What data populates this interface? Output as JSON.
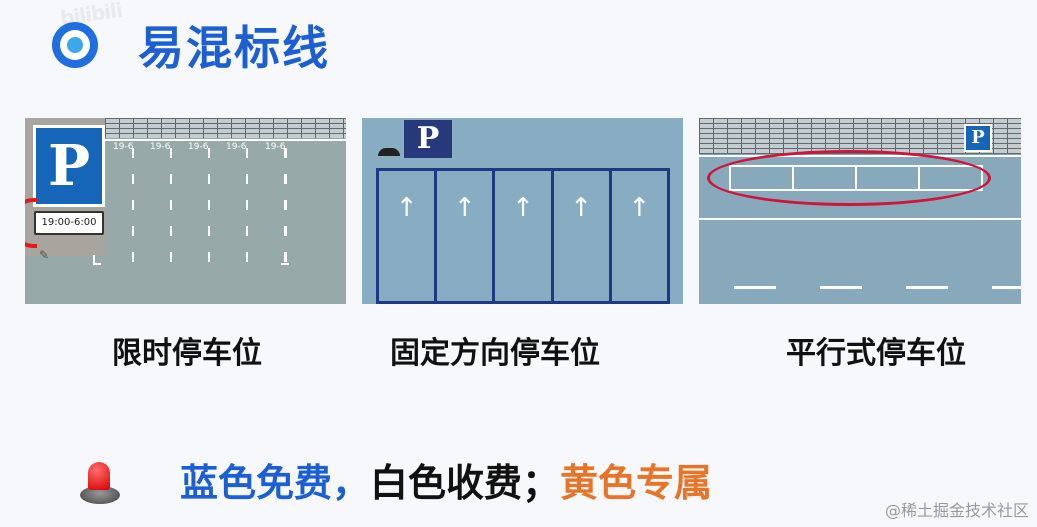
{
  "header": {
    "watermark": "bilibili",
    "title": "易混标线",
    "title_color": "#1c5fd2",
    "icon": "target-circle-icon"
  },
  "panels": [
    {
      "caption": "限时停车位",
      "sign_letter": "P",
      "time_plate": "19:00-6:00",
      "slot_labels": [
        "19-6",
        "19-6",
        "19-6",
        "19-6",
        "19-6"
      ]
    },
    {
      "caption": "固定方向停车位",
      "sign_letter": "P",
      "slots": 5,
      "arrow": "up-arrow"
    },
    {
      "caption": "平行式停车位",
      "sign_letter": "P",
      "slots": 4,
      "highlight": "red-ellipse"
    }
  ],
  "bottom": {
    "part1": "蓝色免费，",
    "part2": "白色收费；",
    "part3": "黄色专属",
    "colors": {
      "blue": "#1c5fd2",
      "black": "#111111",
      "orange": "#e8742a"
    },
    "icon": "siren-icon"
  },
  "footer": {
    "watermark": "@稀土掘金技术社区"
  }
}
